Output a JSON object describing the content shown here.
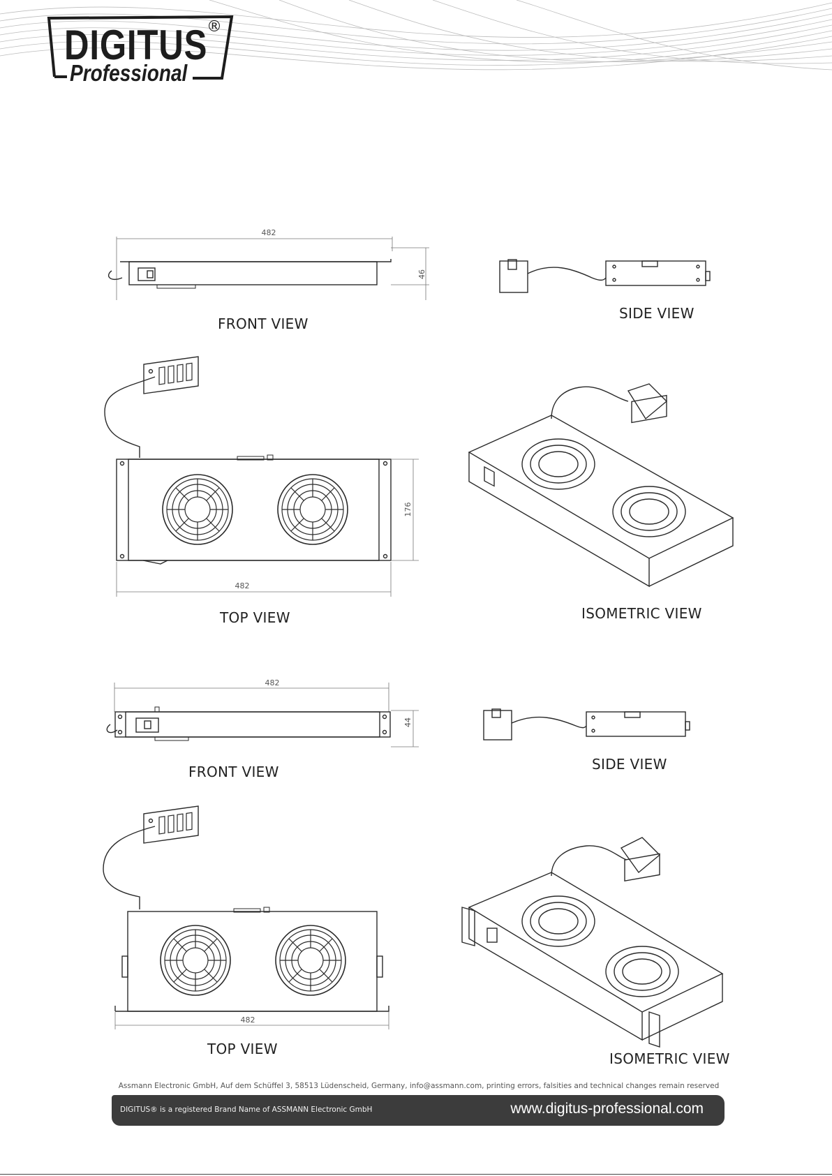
{
  "logo": {
    "main_text": "DIGITUS",
    "registered_mark": "®",
    "sub_text": "Professional"
  },
  "views": {
    "front_view_1": "FRONT VIEW",
    "side_view_1": "SIDE VIEW",
    "top_view_1": "TOP VIEW",
    "isometric_view_1": "ISOMETRIC VIEW",
    "front_view_2": "FRONT VIEW",
    "side_view_2": "SIDE VIEW",
    "top_view_2": "TOP VIEW",
    "isometric_view_2": "ISOMETRIC VIEW"
  },
  "dimensions": {
    "front1_width": "482",
    "front1_height": "46",
    "top1_width": "482",
    "top1_depth": "176",
    "front2_width": "482",
    "front2_height": "44",
    "top2_width": "482"
  },
  "footer": {
    "address": "Assmann Electronic GmbH, Auf dem Schüffel 3, 58513 Lüdenscheid, Germany, info@assmann.com, printing errors, falsities and technical changes remain reserved",
    "brand_note": "DIGITUS® is a registered Brand Name of ASSMANN Electronic GmbH",
    "website": "www.digitus-professional.com"
  },
  "colors": {
    "line": "#2a2a2a",
    "dimension_line": "#777777",
    "footer_bar": "#3c3c3c"
  }
}
